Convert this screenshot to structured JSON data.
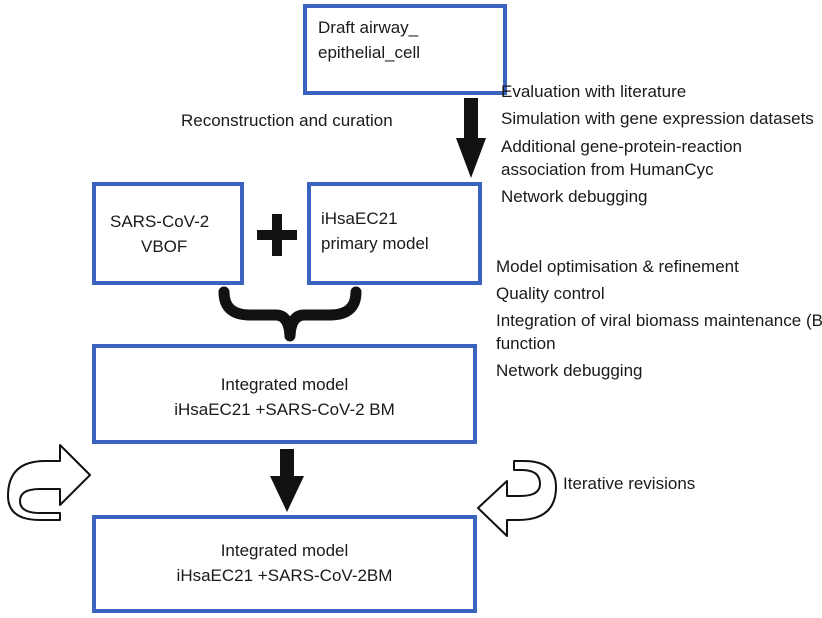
{
  "boxes": {
    "draft": [
      "Draft airway_",
      "epithelial_cell"
    ],
    "sars": [
      "SARS-CoV-2",
      "VBOF"
    ],
    "primary": [
      "iHsaEC21",
      "primary model"
    ],
    "integrated1": [
      "Integrated model",
      "iHsaEC21  +SARS-CoV-2 BM"
    ],
    "integrated2": [
      "Integrated model",
      "iHsaEC21  +SARS-CoV-2BM"
    ]
  },
  "labels": {
    "reconstruction": "Reconstruction and curation",
    "iterative": "Iterative revisions"
  },
  "steps_top": [
    "Evaluation with literature",
    "Simulation with gene expression datasets",
    "Additional gene-protein-reaction",
    "association from HumanCyc",
    "Network debugging"
  ],
  "steps_mid": [
    "Model optimisation & refinement",
    "Quality control",
    "Integration of viral biomass maintenance (BM)",
    "function",
    "Network debugging"
  ],
  "colors": {
    "box_border": "#3a63c0",
    "arrow": "#111111"
  }
}
